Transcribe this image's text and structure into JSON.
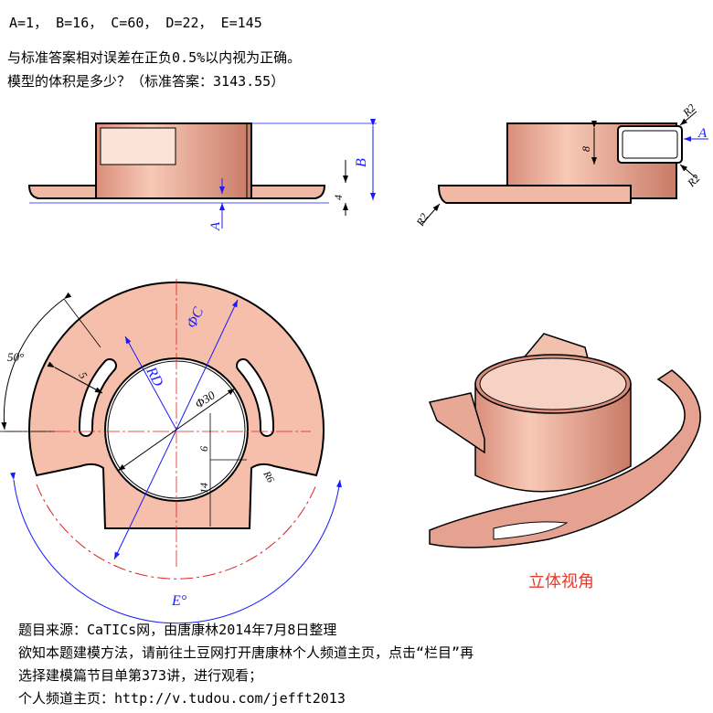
{
  "header": {
    "params": "A=1，  B=16，  C=60，  D=22，  E=145",
    "tolerance_note": "与标准答案相对误差在正负0.5%以内视为正确。",
    "question": "模型的体积是多少？（标准答案：3143.55）"
  },
  "drawing": {
    "labels": {
      "a": "A",
      "b": "B",
      "four": "4",
      "eight": "8",
      "r2": "R2",
      "angle50": "50°",
      "five": "5",
      "rd": "RD",
      "phic": "ΦC",
      "phi30": "Φ30",
      "six": "6",
      "fourteen": "14",
      "r6": "R6",
      "e": "E°"
    },
    "iso_caption": "立体视角",
    "colors": {
      "part": "#f2b8a3",
      "dim_blue": "#1a1aff",
      "center_red": "#e02020",
      "caption": "#e83a2a"
    }
  },
  "footer": {
    "source": "题目来源：CaTICs网，由唐康林2014年7月8日整理",
    "line2": "欲知本题建模方法，请前往土豆网打开唐康林个人频道主页，点击“栏目”再",
    "line3": "选择建模篇节目单第373讲，进行观看；",
    "homepage": "个人频道主页：http://v.tudou.com/jefft2013"
  }
}
